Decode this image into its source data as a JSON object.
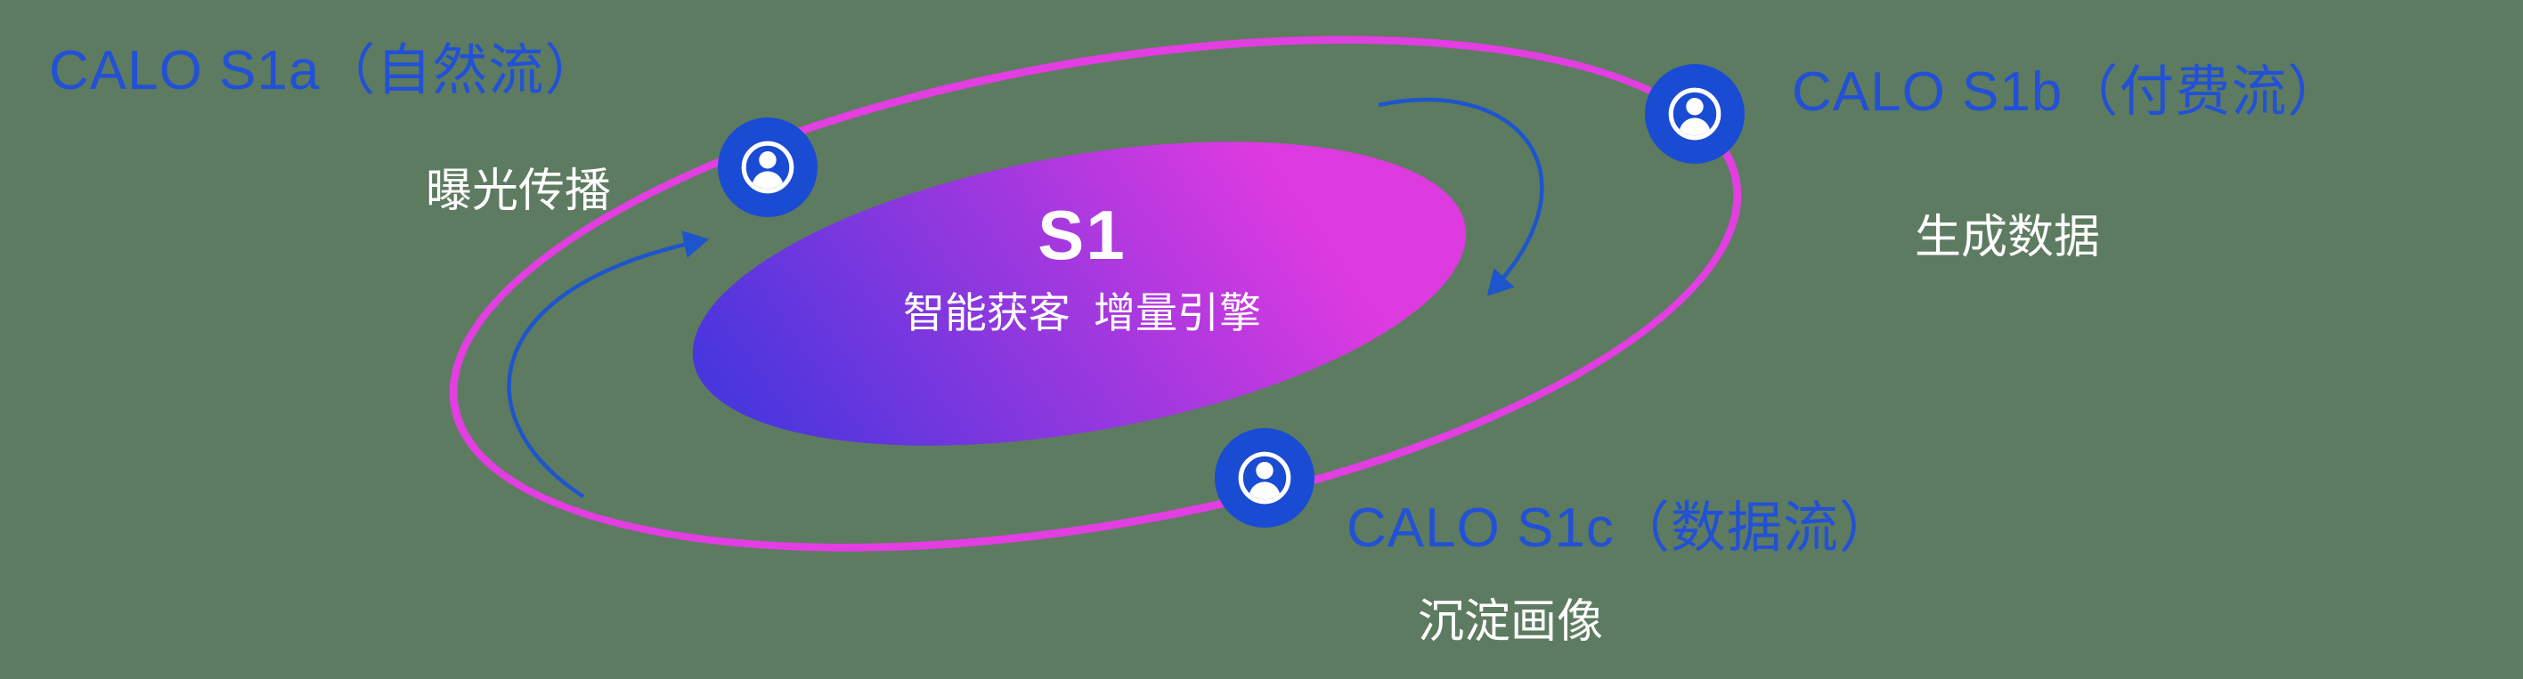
{
  "colors": {
    "background": "#5d7b60",
    "label-blue": "#2251d6",
    "sublabel-white": "#ffffff",
    "orbit-pink": "#e23ee2",
    "node-blue": "#1a4bd3",
    "arrow-blue": "#1d55cc",
    "gradient-start": "#4936dd",
    "gradient-end": "#dd3ae0",
    "center-text": "#ffffff"
  },
  "center": {
    "title": "S1",
    "subtitle": "智能获客  增量引擎"
  },
  "node_icon": "user-icon",
  "nodes": [
    {
      "id": "s1a",
      "label": "CALO S1a（自然流）",
      "sublabel": "曝光传播"
    },
    {
      "id": "s1b",
      "label": "CALO S1b（付费流）",
      "sublabel": "生成数据"
    },
    {
      "id": "s1c",
      "label": "CALO S1c（数据流）",
      "sublabel": "沉淀画像"
    }
  ]
}
